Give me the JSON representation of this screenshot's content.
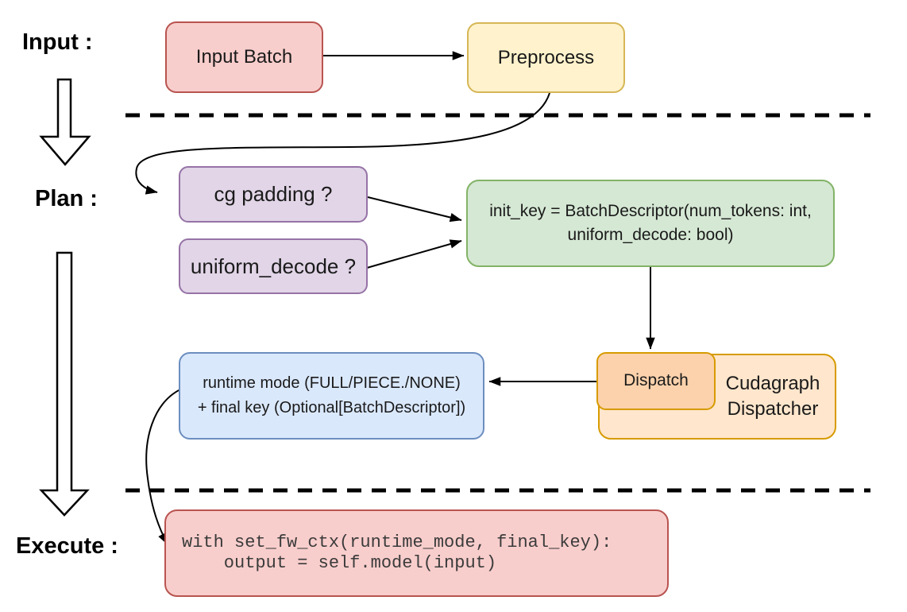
{
  "palette": {
    "pink_fill": "#f8cecc",
    "pink_border": "#b85450",
    "yellow_fill": "#fff2cc",
    "yellow_border": "#d6b656",
    "purple_fill": "#e1d5e7",
    "purple_border": "#9673a6",
    "green_fill": "#d5e8d4",
    "green_border": "#82b366",
    "blue_fill": "#dae8fc",
    "blue_border": "#6c8ebf",
    "orange_fill": "#ffe6cc",
    "orange_border": "#d79b00",
    "orange_inner_fill": "#fbd2ac",
    "line_color": "#000000",
    "code_text": "#3b3b3b"
  },
  "stages": {
    "input_label": "Input :",
    "plan_label": "Plan :",
    "execute_label": "Execute :"
  },
  "nodes": {
    "input_batch": {
      "label": "Input Batch"
    },
    "preprocess": {
      "label": "Preprocess"
    },
    "cg_padding": {
      "label": "cg padding ?"
    },
    "uniform_decode": {
      "label": "uniform_decode ?"
    },
    "init_key": {
      "line1": "init_key = BatchDescriptor(num_tokens: int,",
      "line2": "uniform_decode: bool)"
    },
    "runtime_mode": {
      "line1": "runtime mode (FULL/PIECE./NONE)",
      "line2": "+ final key (Optional[BatchDescriptor])"
    },
    "dispatch": {
      "label": "Dispatch"
    },
    "cudagraph_dispatcher": {
      "line1": "Cudagraph",
      "line2": "Dispatcher"
    },
    "execute_code": {
      "line1": "with set_fw_ctx(runtime_mode, final_key):",
      "line2": "    output = self.model(input)"
    }
  },
  "edges": [
    {
      "from": "input_batch",
      "to": "preprocess"
    },
    {
      "from": "preprocess",
      "to": "plan_section"
    },
    {
      "from": "cg_padding",
      "to": "init_key"
    },
    {
      "from": "uniform_decode",
      "to": "init_key"
    },
    {
      "from": "init_key",
      "to": "dispatch"
    },
    {
      "from": "dispatch",
      "to": "runtime_mode"
    },
    {
      "from": "runtime_mode",
      "to": "execute_code"
    }
  ],
  "separators": {
    "count": 2,
    "style": "dashed"
  }
}
